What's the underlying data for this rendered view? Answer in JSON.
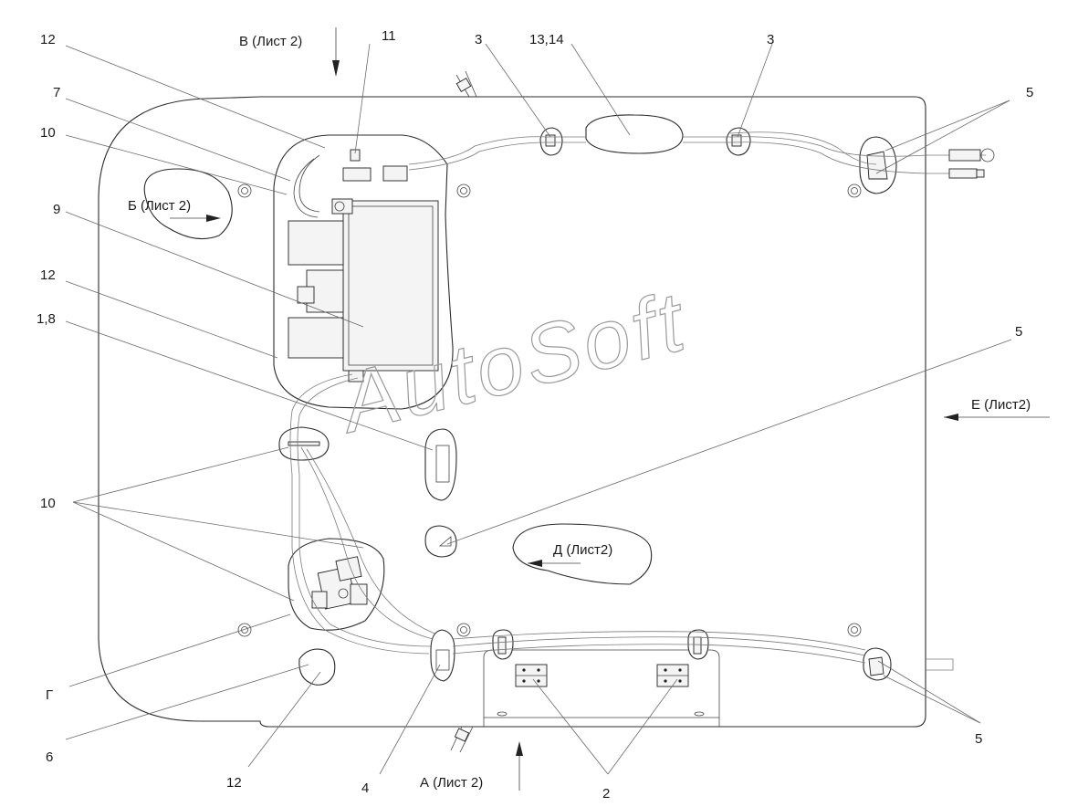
{
  "watermark": "AutoSoft",
  "views": {
    "v_top": "В (Лист 2)",
    "b_left": "Б (Лист 2)",
    "d_mid": "Д (Лист2)",
    "e_right": "Е (Лист2)",
    "a_bottom": "А (Лист 2)",
    "g_view": "Г"
  },
  "callouts": {
    "c12_top": "12",
    "c11": "11",
    "c3_left": "3",
    "c13_14": "13,14",
    "c3_right": "3",
    "c5_top": "5",
    "c7": "7",
    "c10_top": "10",
    "c9": "9",
    "c12_mid": "12",
    "c1_8": "1,8",
    "c5_mid": "5",
    "c10_left": "10",
    "c6": "6",
    "c12_bottom": "12",
    "c4": "4",
    "c2": "2",
    "c5_bottom": "5"
  }
}
